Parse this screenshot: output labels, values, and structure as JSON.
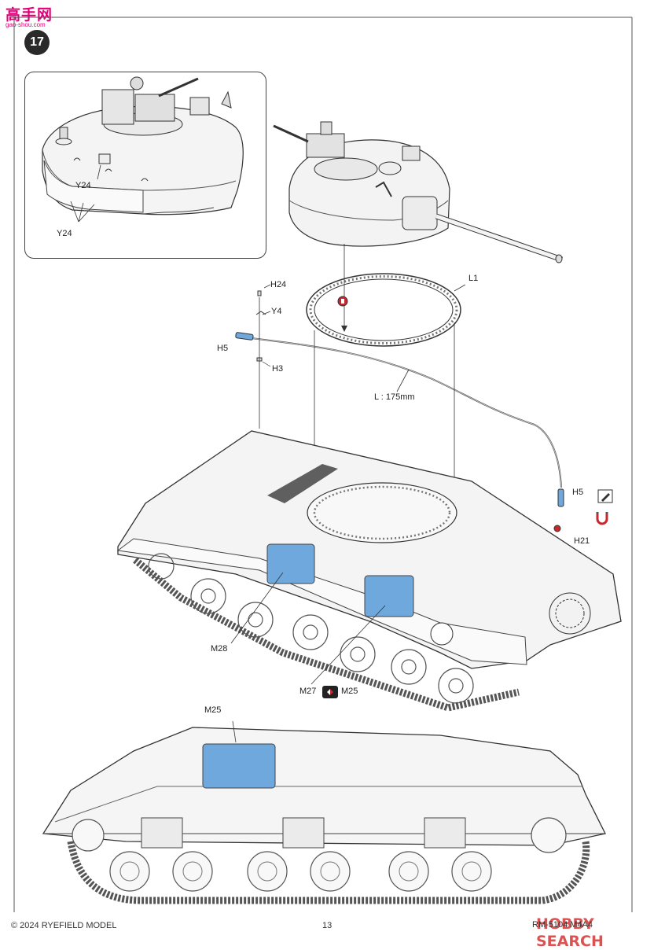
{
  "watermark": {
    "logo_text": "高手网",
    "logo_sub": "gao-shou.com",
    "right_text": "HOBBY SEARCH"
  },
  "step": {
    "number": "17"
  },
  "inset": {
    "labels": [
      "Y24",
      "Y24"
    ]
  },
  "parts": {
    "h24": "H24",
    "y4": "Y4",
    "h5_top": "H5",
    "h3": "H3",
    "l1": "L1",
    "length": "L : 175mm",
    "h5_right": "H5",
    "h21": "H21",
    "m28": "M28",
    "m27": "M27",
    "m25_mid": "M25",
    "m25_bottom": "M25"
  },
  "colors": {
    "decal_blue": "#6ea8dc",
    "step_badge": "#2a2a2a",
    "marker_red": "#c8282d",
    "frame": "#444444"
  },
  "icons": [
    "paint-icon",
    "magnet-icon",
    "swap-icon",
    "paint-marker-icon"
  ],
  "footer": {
    "copyright": "© 2024 RYEFIELD MODEL",
    "page": "13",
    "code": "RM-5104 M4A4"
  }
}
